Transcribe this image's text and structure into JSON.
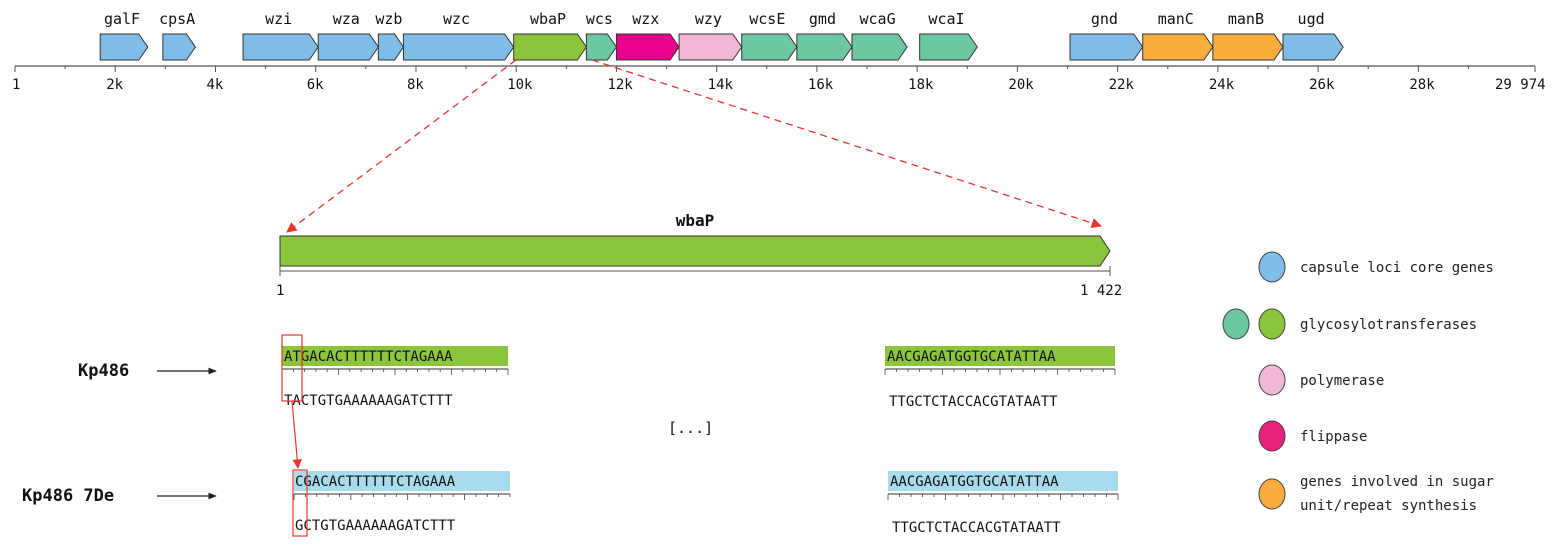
{
  "genome_map": {
    "axis_start_label": "1",
    "axis_end_label": "29 974",
    "axis_length": 29974,
    "ticks_k": [
      "2k",
      "4k",
      "6k",
      "8k",
      "10k",
      "12k",
      "14k",
      "16k",
      "18k",
      "20k",
      "22k",
      "24k",
      "26k",
      "28k"
    ],
    "genes": [
      {
        "name": "galF",
        "start": 1700,
        "end": 2650,
        "category": "core"
      },
      {
        "name": "cpsA",
        "start": 2950,
        "end": 3600,
        "category": "core"
      },
      {
        "name": "wzi",
        "start": 4550,
        "end": 6050,
        "category": "core"
      },
      {
        "name": "wza",
        "start": 6050,
        "end": 7250,
        "category": "core"
      },
      {
        "name": "wzb",
        "start": 7250,
        "end": 7750,
        "category": "core"
      },
      {
        "name": "wzc",
        "start": 7750,
        "end": 9950,
        "category": "core"
      },
      {
        "name": "wbaP",
        "start": 9950,
        "end": 11400,
        "category": "gt_green"
      },
      {
        "name": "wcs",
        "start": 11400,
        "end": 12000,
        "category": "gt_teal"
      },
      {
        "name": "wzx",
        "start": 12000,
        "end": 13250,
        "category": "flippase"
      },
      {
        "name": "wzy",
        "start": 13250,
        "end": 14500,
        "category": "polymerase"
      },
      {
        "name": "wcsE",
        "start": 14500,
        "end": 15600,
        "category": "gt_teal"
      },
      {
        "name": "gmd",
        "start": 15600,
        "end": 16700,
        "category": "gt_teal"
      },
      {
        "name": "wcaG",
        "start": 16700,
        "end": 17800,
        "category": "gt_teal"
      },
      {
        "name": "wcaI",
        "start": 18050,
        "end": 19200,
        "category": "gt_teal"
      },
      {
        "name": "gnd",
        "start": 21050,
        "end": 22500,
        "category": "core"
      },
      {
        "name": "manC",
        "start": 22500,
        "end": 23900,
        "category": "sugar"
      },
      {
        "name": "manB",
        "start": 23900,
        "end": 25300,
        "category": "sugar"
      },
      {
        "name": "ugd",
        "start": 25300,
        "end": 26500,
        "category": "core"
      }
    ]
  },
  "zoom_gene": {
    "name": "wbaP",
    "start_label": "1",
    "end_label": "1 422",
    "length": 1422
  },
  "strains": [
    {
      "name": "Kp486",
      "left_top": "ATGACACTTTTTTCTAGAAA",
      "left_bottom": "TACTGTGAAAAAAGATCTTT",
      "right_top": "AACGAGATGGTGCATATTAA",
      "right_bottom": "TTGCTCTACCACGTATAATT",
      "highlight": "green"
    },
    {
      "name": "Kp486 7De",
      "left_top": "CGACACTTTTTTCTAGAAA",
      "left_bottom": "GCTGTGAAAAAAGATCTTT",
      "right_top": "AACGAGATGGTGCATATTAA",
      "right_bottom": "TTGCTCTACCACGTATAATT",
      "highlight": "blue"
    }
  ],
  "ellipsis": "[...]",
  "legend": [
    {
      "label": "capsule loci core genes",
      "colors": [
        "core"
      ]
    },
    {
      "label": "glycosylotransferases",
      "colors": [
        "gt_teal",
        "gt_green"
      ]
    },
    {
      "label": "polymerase",
      "colors": [
        "polymerase"
      ]
    },
    {
      "label": "flippase",
      "colors": [
        "flippase_legend"
      ]
    },
    {
      "label": "genes involved in sugar",
      "label2": "unit/repeat synthesis",
      "colors": [
        "sugar"
      ]
    }
  ],
  "colors": {
    "core": "#7fbde8",
    "gt_green": "#8cc43c",
    "gt_teal": "#6cc8a0",
    "flippase": "#e8008c",
    "flippase_legend": "#e8207a",
    "polymerase": "#f1b8d6",
    "sugar": "#f8ad3c",
    "seq_green": "#8cc43c",
    "seq_blue": "#a8dcec",
    "red": "#e8362e",
    "stroke": "#333333"
  }
}
